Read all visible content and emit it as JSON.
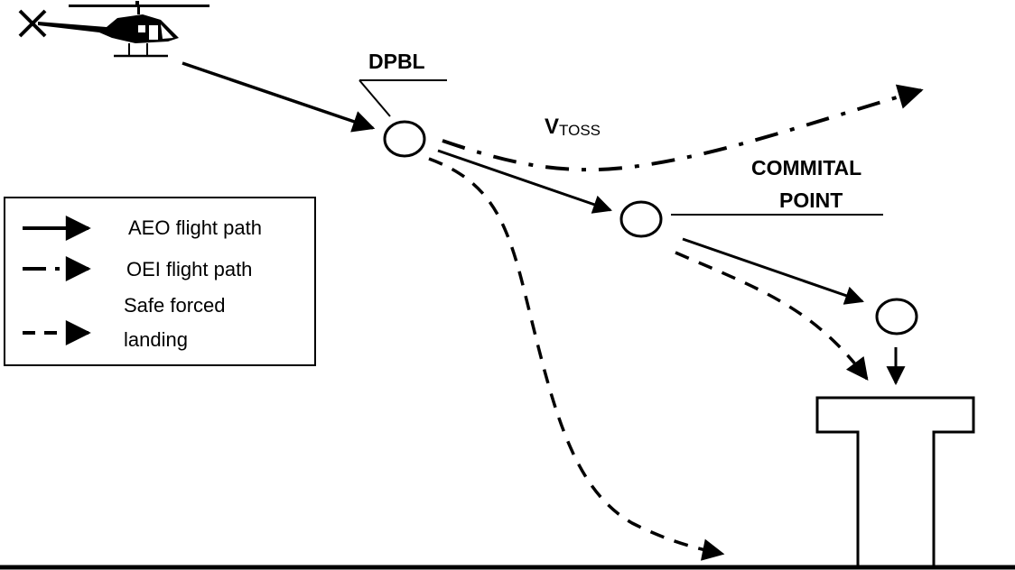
{
  "diagram": {
    "labels": {
      "dpbl": "DPBL",
      "vtoss_main": "V",
      "vtoss_sub": "TOSS",
      "commital_line1": "COMMITAL",
      "commital_line2": "POINT"
    },
    "legend": {
      "items": [
        {
          "label": "AEO flight path",
          "style": "solid"
        },
        {
          "label": "OEI flight path",
          "style": "dash-dot"
        },
        {
          "label_line1": "Safe forced",
          "label_line2": "landing",
          "style": "dashed"
        }
      ]
    },
    "icons": {
      "aircraft": "helicopter-icon",
      "landing_site": "elevated-helipad"
    },
    "colors": {
      "ink": "#000000",
      "background": "#ffffff"
    }
  }
}
